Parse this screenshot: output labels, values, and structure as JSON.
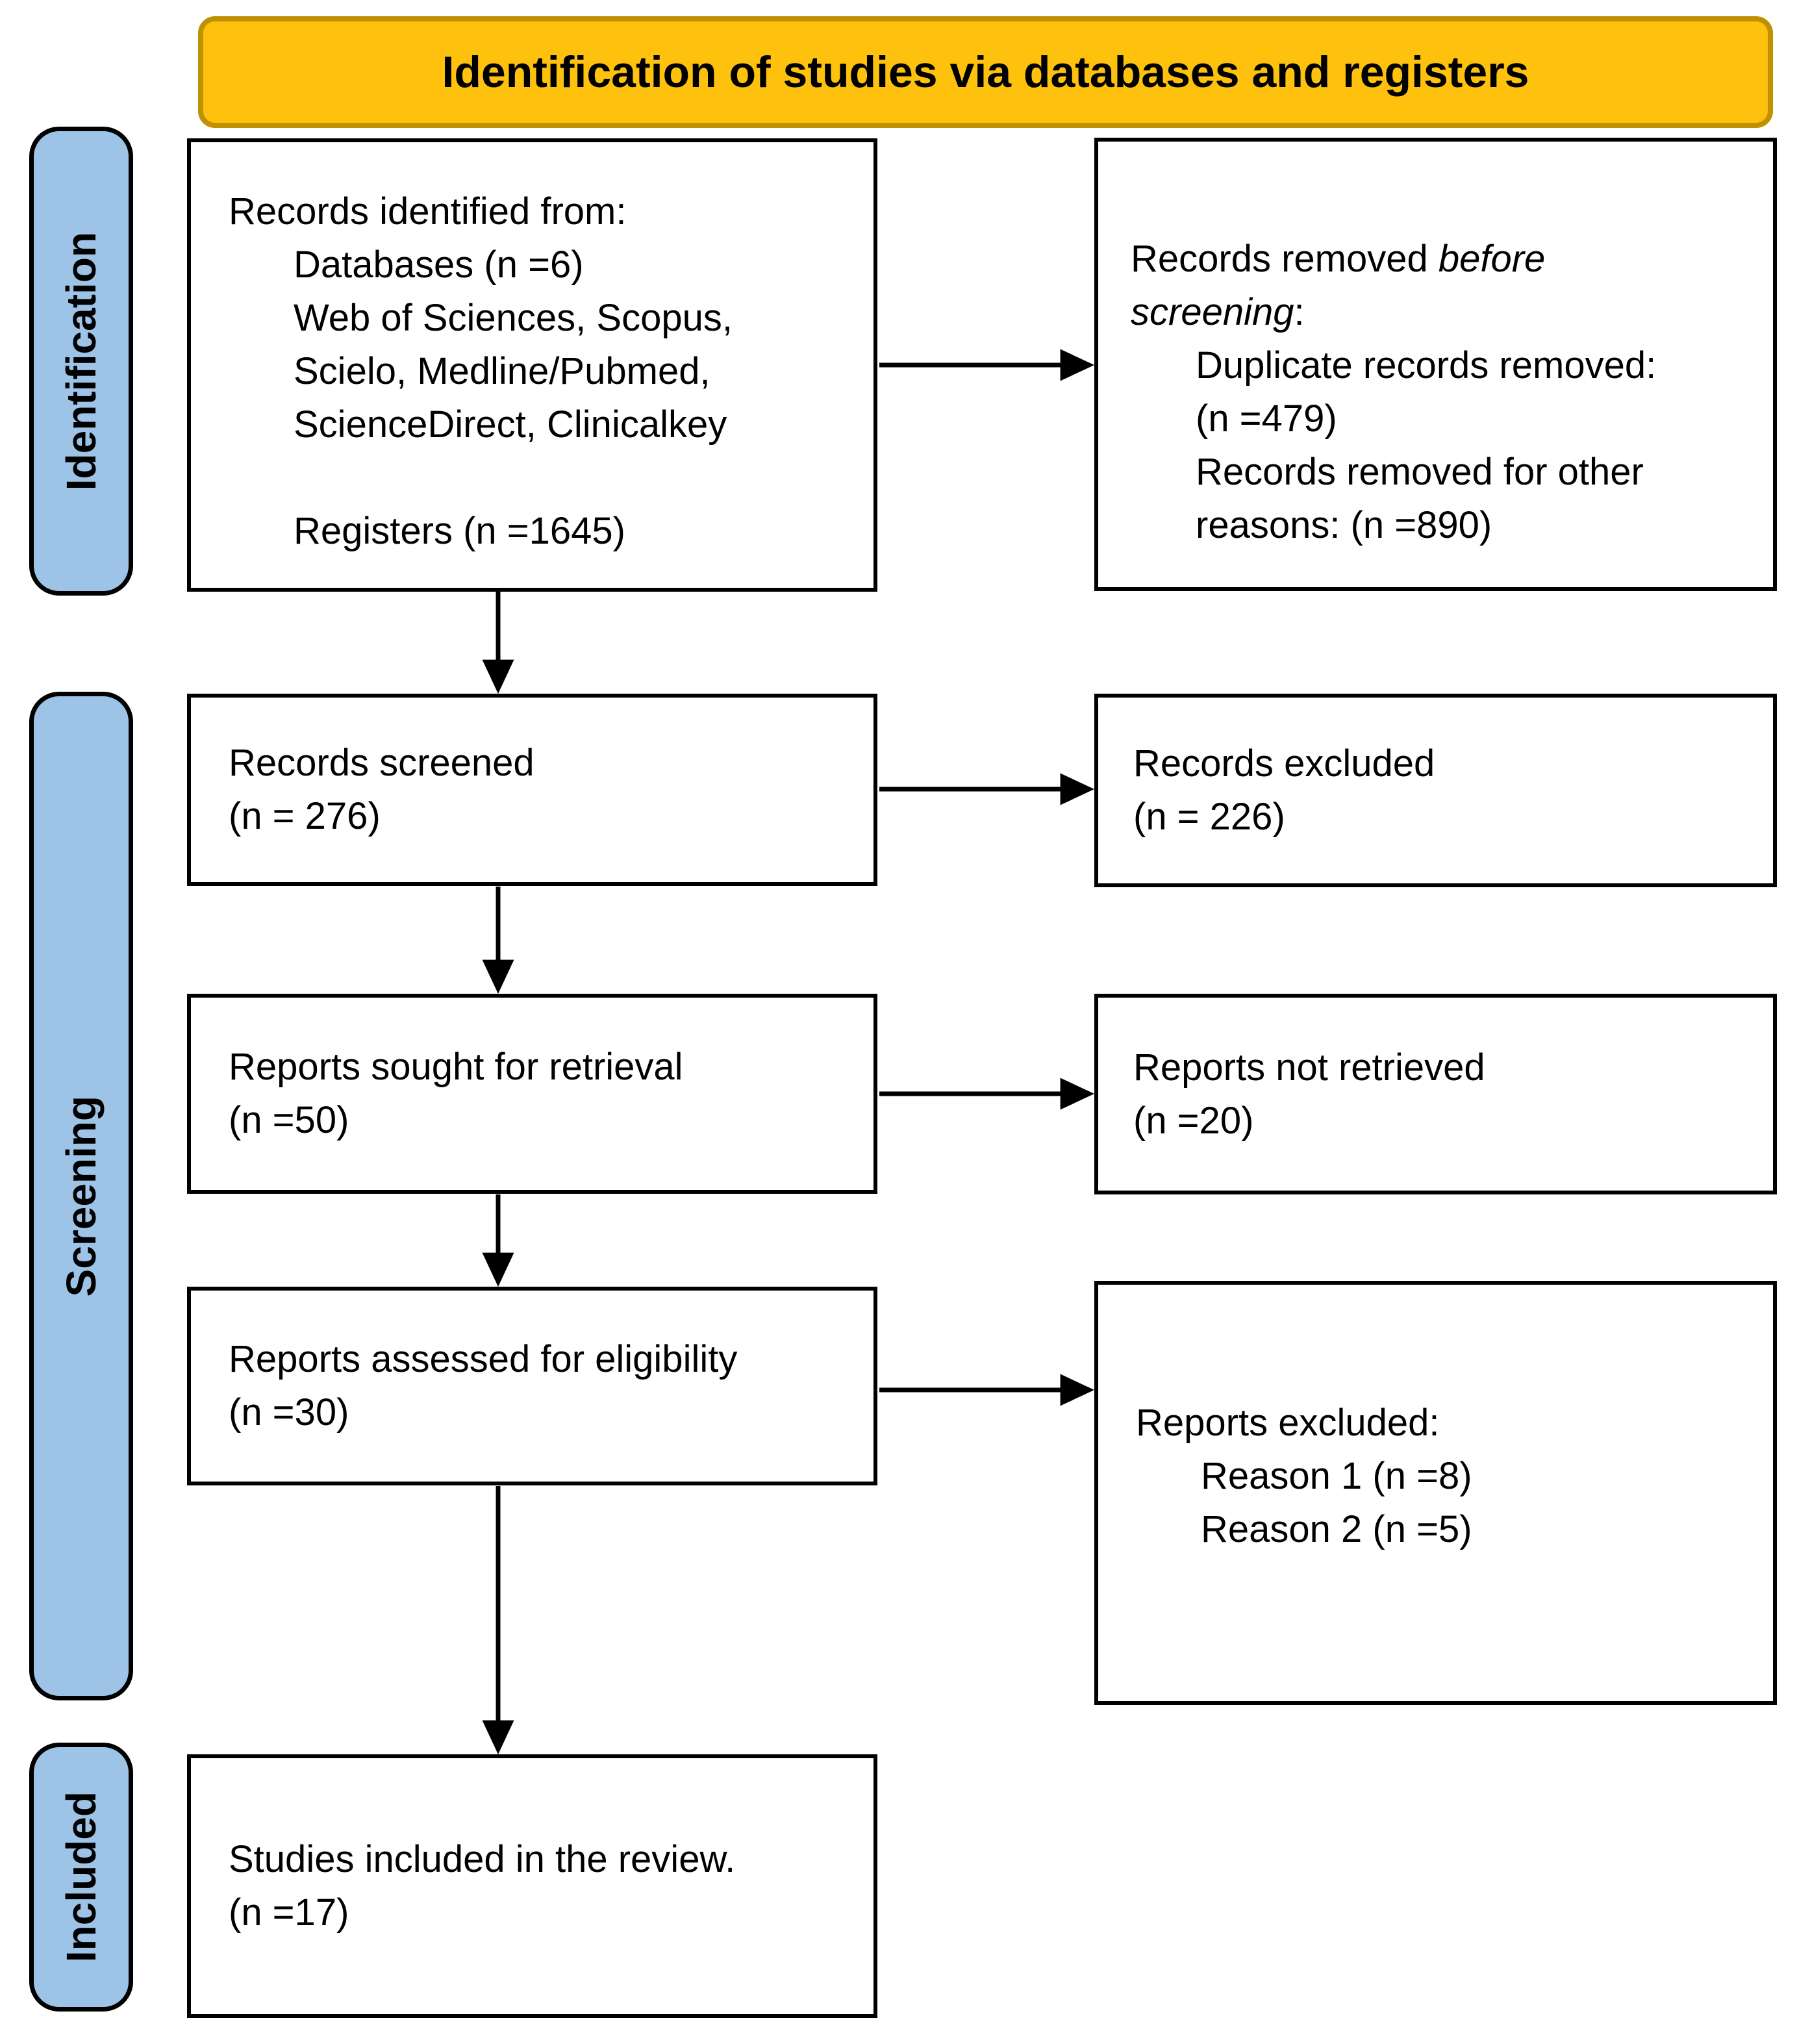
{
  "banner": {
    "text": "Identification of studies via databases and registers"
  },
  "stages": {
    "identification": "Identification",
    "screening": "Screening",
    "included": "Included"
  },
  "boxes": {
    "records_identified": {
      "intro": "Records identified from:",
      "sub": [
        "Databases (n =6)",
        "Web of Sciences, Scopus,",
        "Scielo, Medline/Pubmed,",
        "ScienceDirect, Clinicalkey"
      ],
      "registers": "Registers (n =1645)"
    },
    "records_removed": {
      "normal1": "Records removed ",
      "italic1": "before",
      "italic2": "screening",
      "colon": ":",
      "sub": [
        "Duplicate records removed:",
        "(n =479)",
        "Records removed for other",
        "reasons: (n =890)"
      ]
    },
    "records_screened": {
      "line1": "Records screened",
      "line2": "(n = 276)"
    },
    "records_excluded": {
      "line1": "Records excluded",
      "line2": "(n = 226)"
    },
    "reports_sought": {
      "line1": "Reports sought for retrieval",
      "line2": "(n =50)"
    },
    "reports_not_retrieved": {
      "line1": "Reports not retrieved",
      "line2": "(n =20)"
    },
    "reports_assessed": {
      "line1": "Reports assessed for eligibility",
      "line2": "(n =30)"
    },
    "reports_excluded": {
      "line1": "Reports excluded:",
      "sub": [
        "Reason 1 (n =8)",
        "Reason 2 (n =5)"
      ]
    },
    "studies_included": {
      "line1": "Studies included in the review.",
      "line2": "(n =17)"
    }
  },
  "colors": {
    "banner_fill": "#FEC10D",
    "banner_border": "#BF9000",
    "stage_fill": "#9DC3E6",
    "box_border": "#000000",
    "arrow": "#000000"
  }
}
